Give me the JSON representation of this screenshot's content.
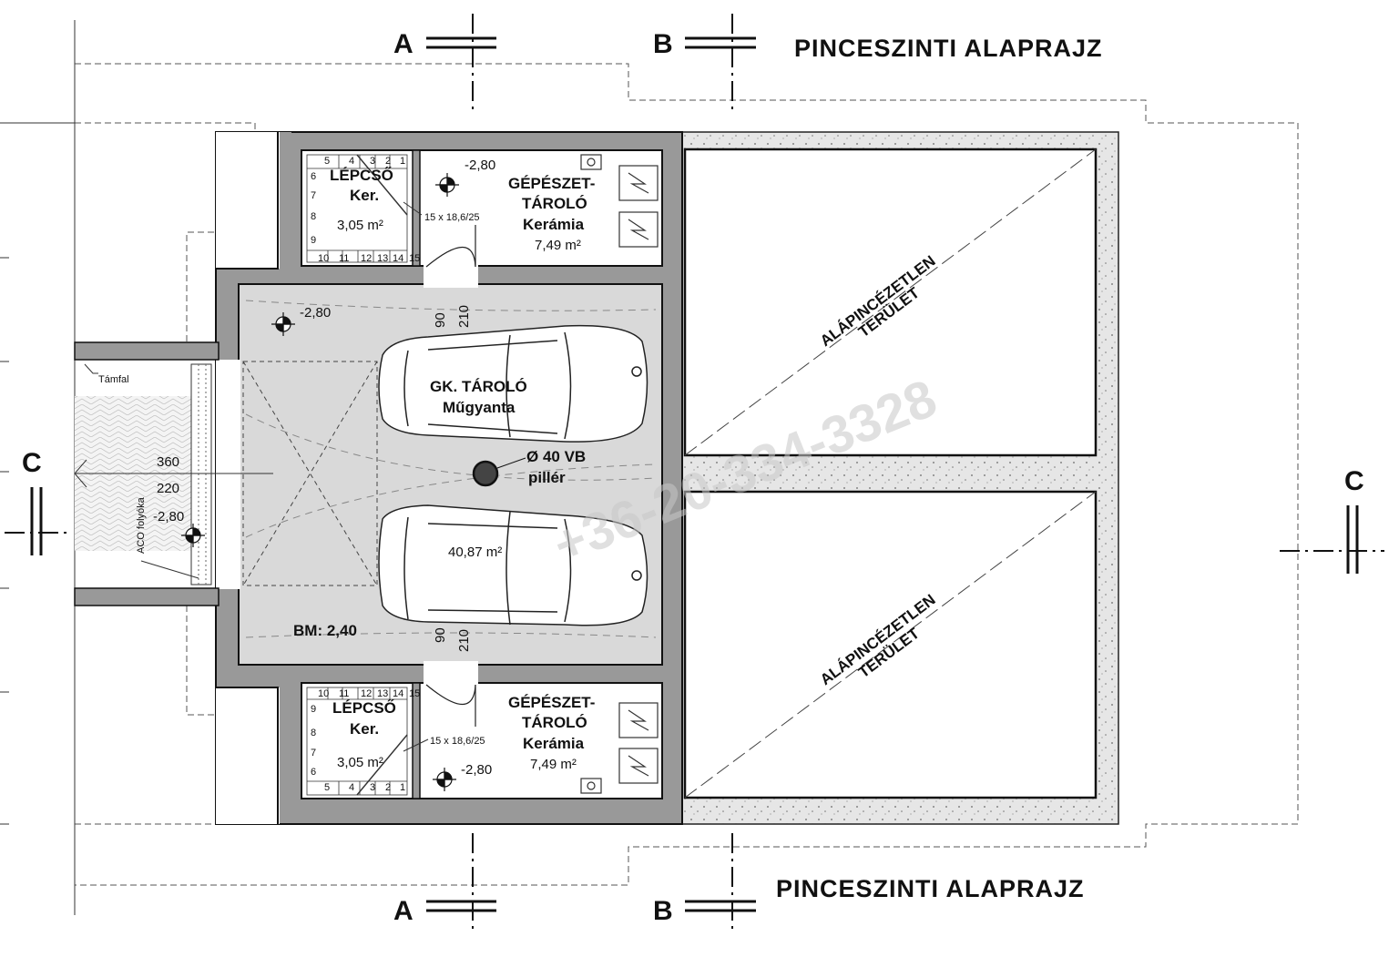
{
  "title": "PINCESZINTI  ALAPRAJZ",
  "sections": {
    "a": "A",
    "b": "B",
    "c": "C"
  },
  "rooms": {
    "stair_top": {
      "name": "LÉPCSŐ",
      "floor": "Ker.",
      "area": "3,05 m²",
      "steps": "15 x 18,6/25",
      "level": "-2,80"
    },
    "tech_top": {
      "name1": "GÉPÉSZET-",
      "name2": "TÁROLÓ",
      "floor": "Kerámia",
      "area": "7,49 m²"
    },
    "garage": {
      "name": "GK. TÁROLÓ",
      "floor": "Műgyanta",
      "area": "40,87 m²",
      "level": "-2,80",
      "height": "BM: 2,40"
    },
    "stair_bottom": {
      "name": "LÉPCSŐ",
      "floor": "Ker.",
      "area": "3,05 m²",
      "steps": "15 x 18,6/25",
      "level": "-2,80"
    },
    "tech_bottom": {
      "name1": "GÉPÉSZET-",
      "name2": "TÁROLÓ",
      "floor": "Kerámia",
      "area": "7,49 m²"
    }
  },
  "pillar": {
    "line1": "Ø 40 VB",
    "line2": "pillér"
  },
  "doors": {
    "width": "90",
    "height": "210"
  },
  "ramp": {
    "wall_label": "Támfal",
    "drain_label": "ACO folyóka",
    "dim1": "360",
    "dim2": "220",
    "level": "-2,80"
  },
  "unexcavated": {
    "line1": "ALÁPINCÉZETLEN",
    "line2": "TERÜLET"
  },
  "step_numbers": [
    "1",
    "2",
    "3",
    "4",
    "5",
    "6",
    "7",
    "8",
    "9",
    "10",
    "11",
    "12",
    "13",
    "14",
    "15"
  ],
  "watermark": "+36-20-334-3328"
}
